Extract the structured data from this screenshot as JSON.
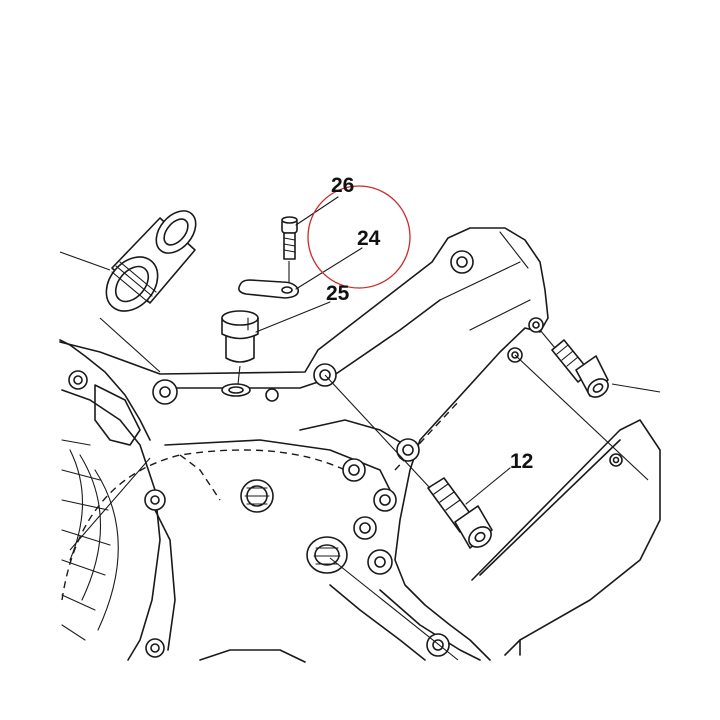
{
  "callouts": [
    {
      "id": "26",
      "text": "26"
    },
    {
      "id": "24",
      "text": "24"
    },
    {
      "id": "25",
      "text": "25"
    },
    {
      "id": "12",
      "text": "12"
    }
  ],
  "highlight": {
    "color": "#cc2a2a"
  },
  "line_color": "#1a1a1a"
}
